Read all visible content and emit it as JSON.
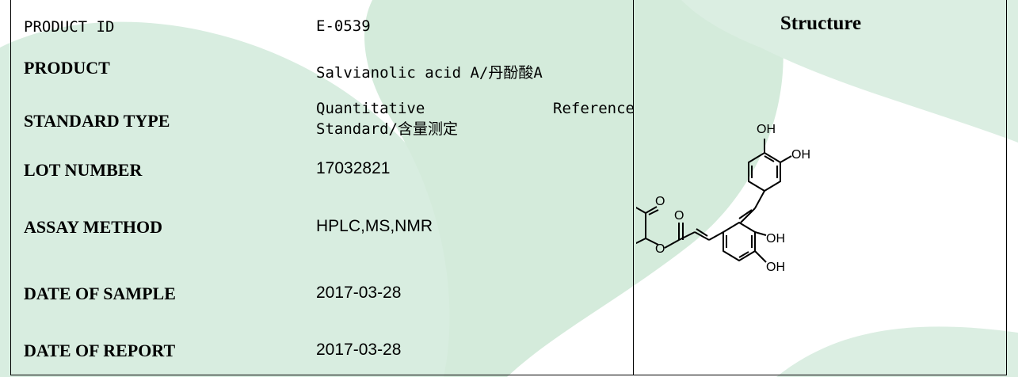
{
  "rows": [
    {
      "label": "PRODUCT ID",
      "value": "E-0539"
    },
    {
      "label": "PRODUCT",
      "value": "Salvianolic acid A/丹酚酸A"
    },
    {
      "label": "STANDARD TYPE",
      "value_line1a": "Quantitative",
      "value_line1b": "Reference",
      "value_line2": "Standard/含量测定"
    },
    {
      "label": "LOT NUMBER",
      "value": "17032821"
    },
    {
      "label": "ASSAY METHOD",
      "value": "HPLC,MS,NMR"
    },
    {
      "label": "DATE OF SAMPLE",
      "value": "2017-03-28"
    },
    {
      "label": "DATE OF REPORT",
      "value": "2017-03-28"
    }
  ],
  "structure": {
    "title": "Structure",
    "labels": {
      "oh": "OH",
      "ho": "HO",
      "o": "O"
    }
  },
  "colors": {
    "background_leaf": "#d6ecdd",
    "text": "#000000"
  }
}
